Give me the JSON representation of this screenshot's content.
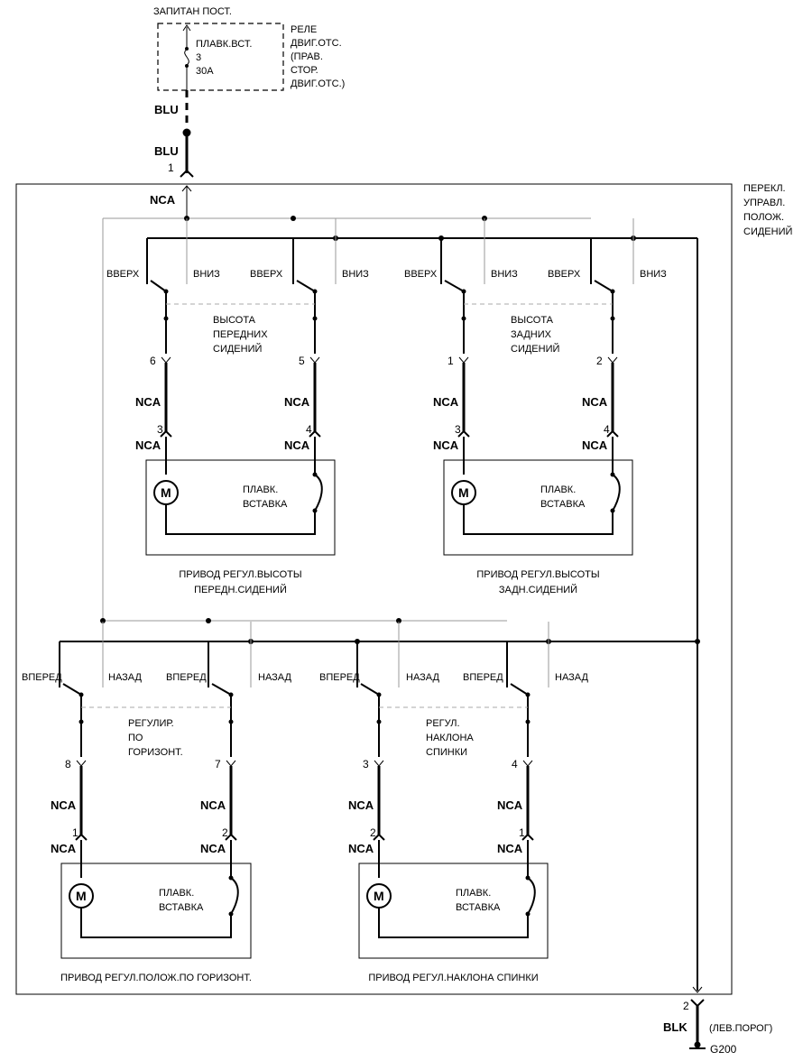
{
  "top": {
    "supply_label": "ЗАПИТАН ПОСТ.",
    "fuse_name": "ПЛАВК.ВСТ.",
    "fuse_number": "3",
    "fuse_rating": "30A",
    "relay_box": [
      "РЕЛЕ",
      "ДВИГ.ОТС.",
      "(ПРАВ.",
      "СТОР.",
      "ДВИГ.ОТС.)"
    ],
    "wire_top": "BLU",
    "wire_mid": "BLU",
    "pin_in": "1",
    "wire_in": "NCA"
  },
  "switch_block_label": [
    "ПЕРЕКЛ.",
    "УПРАВЛ.",
    "ПОЛОЖ.",
    "СИДЕНИЙ"
  ],
  "modules": [
    {
      "id": "front-height",
      "sw_left": [
        "ВВЕРХ",
        "ВНИЗ"
      ],
      "sw_right": [
        "ВВЕРХ",
        "ВНИЗ"
      ],
      "title": [
        "ВЫСОТА",
        "ПЕРЕДНИХ",
        "СИДЕНИЙ"
      ],
      "pin_left": "6",
      "pin_right": "5",
      "wire_left": "NCA",
      "wire_right": "NCA",
      "motor_pin_left": "3",
      "motor_pin_right": "4",
      "motor_wire_left": "NCA",
      "motor_wire_right": "NCA",
      "fuse_label": [
        "ПЛАВК.",
        "ВСТАВКА"
      ],
      "motor_symbol": "M",
      "actuator": [
        "ПРИВОД РЕГУЛ.ВЫСОТЫ",
        "ПЕРЕДН.СИДЕНИЙ"
      ]
    },
    {
      "id": "rear-height",
      "sw_left": [
        "ВВЕРХ",
        "ВНИЗ"
      ],
      "sw_right": [
        "ВВЕРХ",
        "ВНИЗ"
      ],
      "title": [
        "ВЫСОТА",
        "ЗАДНИХ",
        "СИДЕНИЙ"
      ],
      "pin_left": "1",
      "pin_right": "2",
      "wire_left": "NCA",
      "wire_right": "NCA",
      "motor_pin_left": "3",
      "motor_pin_right": "4",
      "motor_wire_left": "NCA",
      "motor_wire_right": "NCA",
      "fuse_label": [
        "ПЛАВК.",
        "ВСТАВКА"
      ],
      "motor_symbol": "M",
      "actuator": [
        "ПРИВОД РЕГУЛ.ВЫСОТЫ",
        "ЗАДН.СИДЕНИЙ"
      ]
    },
    {
      "id": "horizontal",
      "sw_left": [
        "ВПЕРЕД",
        "НАЗАД"
      ],
      "sw_right": [
        "ВПЕРЕД",
        "НАЗАД"
      ],
      "title": [
        "РЕГУЛИР.",
        "ПО",
        "ГОРИЗОНТ."
      ],
      "pin_left": "8",
      "pin_right": "7",
      "wire_left": "NCA",
      "wire_right": "NCA",
      "motor_pin_left": "1",
      "motor_pin_right": "2",
      "motor_wire_left": "NCA",
      "motor_wire_right": "NCA",
      "fuse_label": [
        "ПЛАВК.",
        "ВСТАВКА"
      ],
      "motor_symbol": "M",
      "actuator": [
        "ПРИВОД РЕГУЛ.ПОЛОЖ.ПО ГОРИЗОНТ."
      ]
    },
    {
      "id": "recline",
      "sw_left": [
        "ВПЕРЕД",
        "НАЗАД"
      ],
      "sw_right": [
        "ВПЕРЕД",
        "НАЗАД"
      ],
      "title": [
        "РЕГУЛ.",
        "НАКЛОНА",
        "СПИНКИ"
      ],
      "pin_left": "3",
      "pin_right": "4",
      "wire_left": "NCA",
      "wire_right": "NCA",
      "motor_pin_left": "2",
      "motor_pin_right": "1",
      "motor_wire_left": "NCA",
      "motor_wire_right": "NCA",
      "fuse_label": [
        "ПЛАВК.",
        "ВСТАВКА"
      ],
      "motor_symbol": "M",
      "actuator": [
        "ПРИВОД РЕГУЛ.НАКЛОНА СПИНКИ"
      ]
    }
  ],
  "bottom": {
    "pin_out": "2",
    "wire_out": "BLK",
    "location": "(ЛЕВ.ПОРОГ)",
    "ground": "G200"
  }
}
